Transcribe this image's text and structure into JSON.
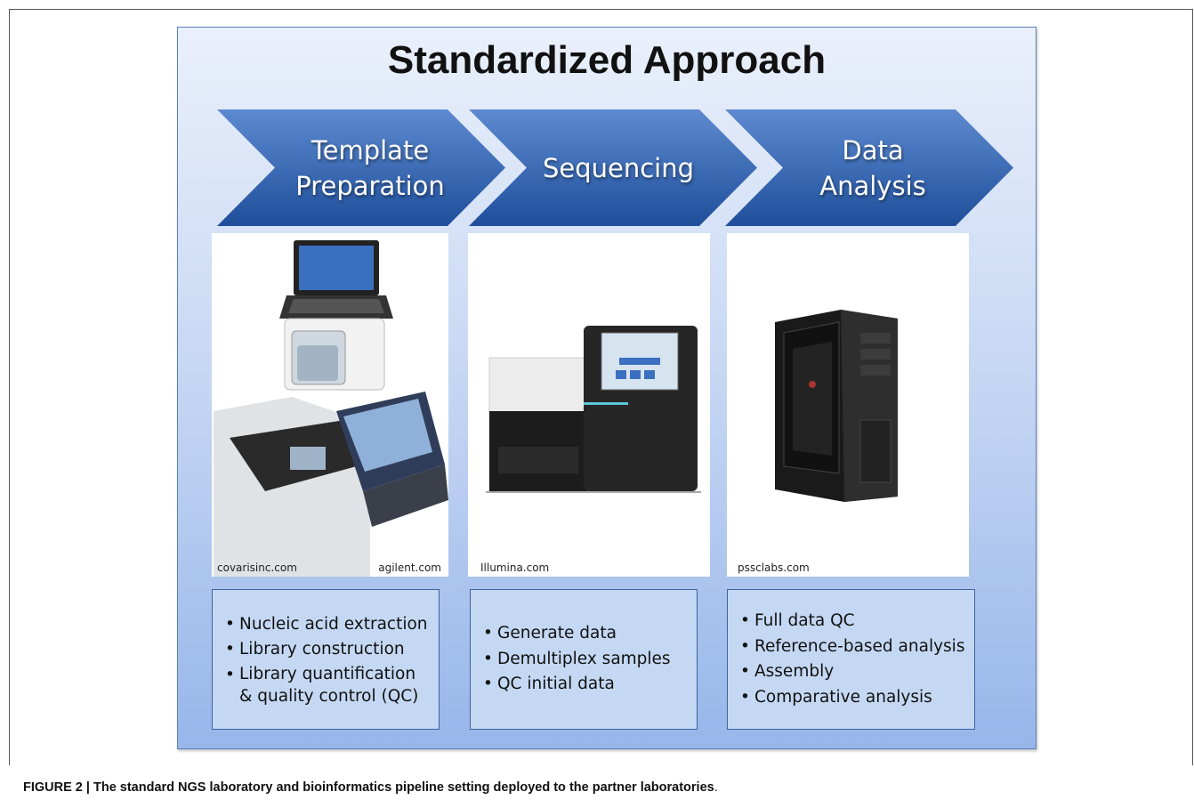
{
  "title": "Standardized Approach",
  "steps": [
    {
      "label": "Template\nPreparation",
      "credits": [
        "covarisinc.com",
        "agilent.com"
      ],
      "bullets": [
        "Nucleic acid extraction",
        "Library construction",
        "Library quantification\n& quality control (QC)"
      ]
    },
    {
      "label": "Sequencing",
      "credits": [
        "Illumina.com"
      ],
      "bullets": [
        "Generate data",
        "Demultiplex samples",
        "QC initial data"
      ]
    },
    {
      "label": "Data\nAnalysis",
      "credits": [
        "pssclabs.com"
      ],
      "bullets": [
        "Full data QC",
        "Reference-based analysis",
        "Assembly",
        "Comparative analysis"
      ]
    }
  ],
  "caption": {
    "bold": "FIGURE 2 | The standard NGS laboratory and bioinformatics pipeline setting deployed to the partner laboratories",
    "end": "."
  },
  "colors": {
    "chevron_top": "#5d8ad0",
    "chevron_bottom": "#1f4f9b",
    "box_fill": "#c5d8f3",
    "box_border": "#3f61a0"
  },
  "icons": [
    "laptop-icon",
    "shearing-instrument-icon",
    "bioanalyzer-icon",
    "sequencer-icon",
    "computer-tower-icon"
  ]
}
